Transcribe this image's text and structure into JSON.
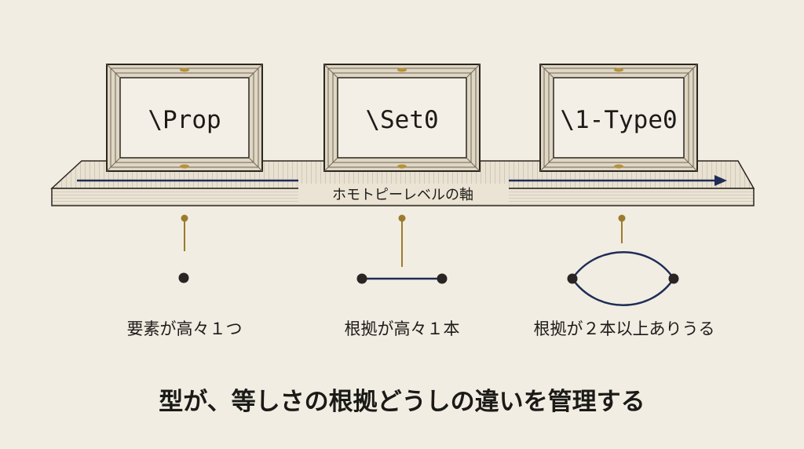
{
  "frames": [
    {
      "label": "\\Prop"
    },
    {
      "label": "\\Set0"
    },
    {
      "label": "\\1-Type0"
    }
  ],
  "axis": {
    "label": "ホモトピーレベルの軸"
  },
  "examples": [
    {
      "caption": "要素が高々１つ"
    },
    {
      "caption": "根拠が高々１本"
    },
    {
      "caption": "根拠が２本以上ありうる"
    }
  ],
  "summary": "型が、等しさの根拠どうしの違いを管理する",
  "colors": {
    "background": "#f1ede3",
    "arrow": "#1f2d55",
    "gold": "#9c7b2d",
    "ink": "#1d1b18"
  }
}
